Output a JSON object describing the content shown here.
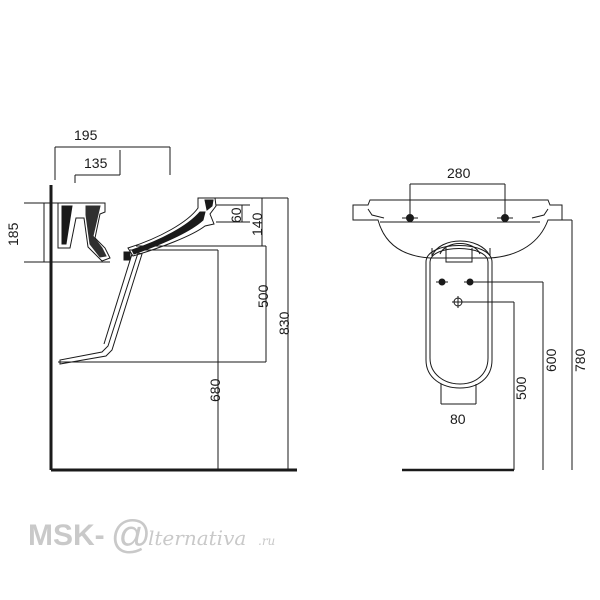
{
  "side_view": {
    "dims": {
      "d195": "195",
      "d135": "135",
      "d185": "185",
      "d60": "60",
      "d140": "140",
      "d500": "500",
      "d830": "830",
      "d680": "680"
    }
  },
  "front_view": {
    "dims": {
      "d280": "280",
      "d80": "80",
      "d500": "500",
      "d600": "600",
      "d780": "780"
    }
  },
  "watermark": {
    "brand": "MSK-",
    "at": "@",
    "script": "lternativa",
    "tld": ".ru"
  }
}
